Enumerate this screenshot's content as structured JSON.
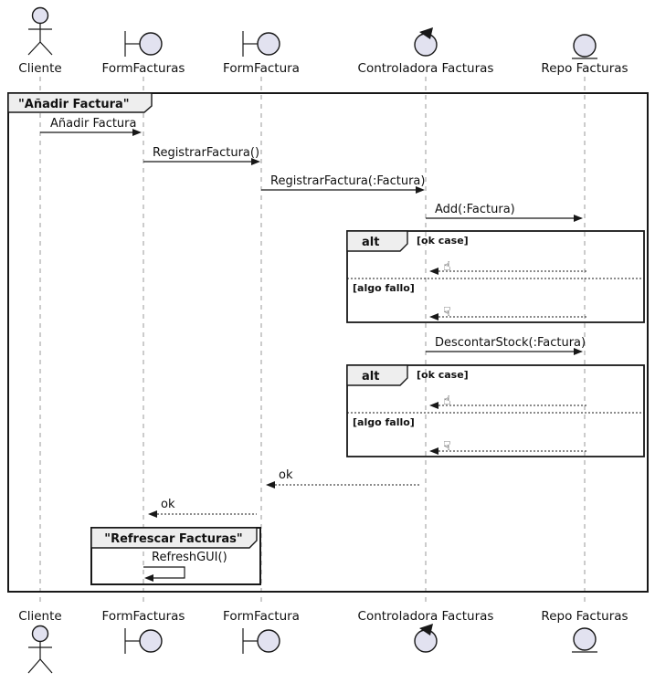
{
  "diagram_type": "uml-sequence",
  "colors": {
    "stroke": "#181818",
    "participant_fill": "#E2E2F0",
    "frame_tab_fill": "#EEEEEE",
    "lifeline": "#999999",
    "background": "#FFFFFF"
  },
  "participants": [
    {
      "label": "Cliente",
      "type": "actor"
    },
    {
      "label": "FormFacturas",
      "type": "boundary"
    },
    {
      "label": "FormFactura",
      "type": "boundary"
    },
    {
      "label": "Controladora Facturas",
      "type": "control"
    },
    {
      "label": "Repo Facturas",
      "type": "entity"
    }
  ],
  "main_frame": {
    "title": "\"Añadir Factura\""
  },
  "messages": {
    "anadir_factura": "Añadir Factura",
    "registrar_factura": "RegistrarFactura()",
    "registrar_factura_param": "RegistrarFactura(:Factura)",
    "add_factura": "Add(:Factura)",
    "descontar_stock": "DescontarStock(:Factura)",
    "ok_1": "ok",
    "ok_2": "ok",
    "refresh_gui": "RefreshGUI()"
  },
  "alt_frames": [
    {
      "operator": "alt",
      "guard_ok": "[ok case]",
      "guard_fail": "[algo fallo]",
      "ok_icon": "☝",
      "fail_icon": "☟"
    },
    {
      "operator": "alt",
      "guard_ok": "[ok case]",
      "guard_fail": "[algo fallo]",
      "ok_icon": "☝",
      "fail_icon": "☟"
    }
  ],
  "group_frame": {
    "title": "\"Refrescar Facturas\""
  }
}
